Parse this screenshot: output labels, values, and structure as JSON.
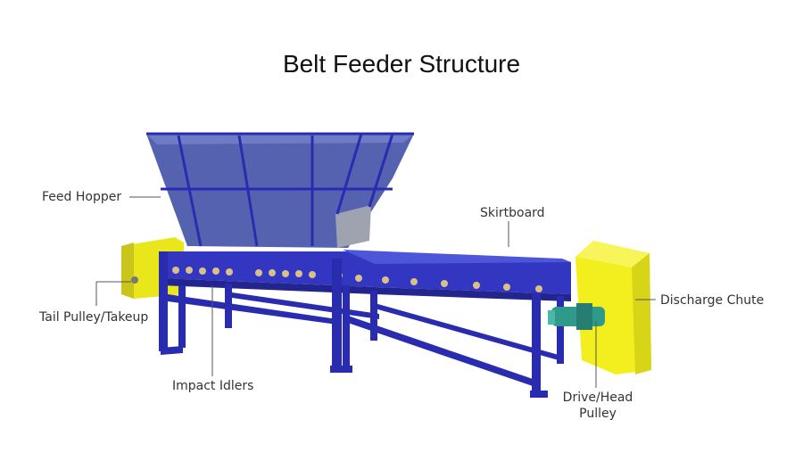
{
  "title": "Belt Feeder Structure",
  "labels": {
    "feed_hopper": "Feed Hopper",
    "skirtboard": "Skirtboard",
    "discharge_chute": "Discharge Chute",
    "tail_pulley": "Tail Pulley/Takeup",
    "impact_idlers": "Impact Idlers",
    "drive_head_pulley_line1": "Drive/Head",
    "drive_head_pulley_line2": "Pulley"
  },
  "colors": {
    "frame_blue": "#2d2fb8",
    "hopper_blue": "#4a58a8",
    "yellow": "#f3ef1e",
    "motor_teal": "#2f9a8a"
  }
}
